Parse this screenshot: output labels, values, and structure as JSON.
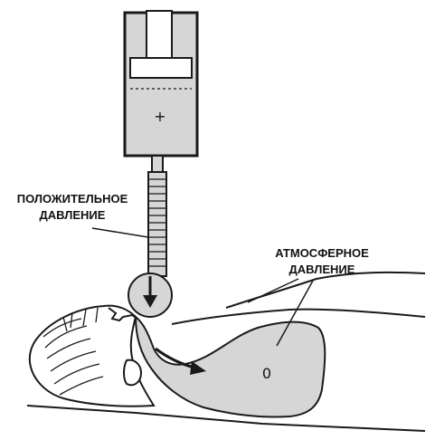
{
  "labels": {
    "positive_pressure": [
      "ПОЛОЖИТЕЛЬНОЕ",
      "ДАВЛЕНИЕ"
    ],
    "atmospheric_pressure": [
      "АТМОСФЕРНОЕ",
      "ДАВЛЕНИЕ"
    ],
    "plus_sign": "+",
    "zero_sign": "0"
  },
  "colors": {
    "line": "#1a1a1a",
    "fill_gray": "#d6d6d6",
    "background": "#ffffff"
  }
}
